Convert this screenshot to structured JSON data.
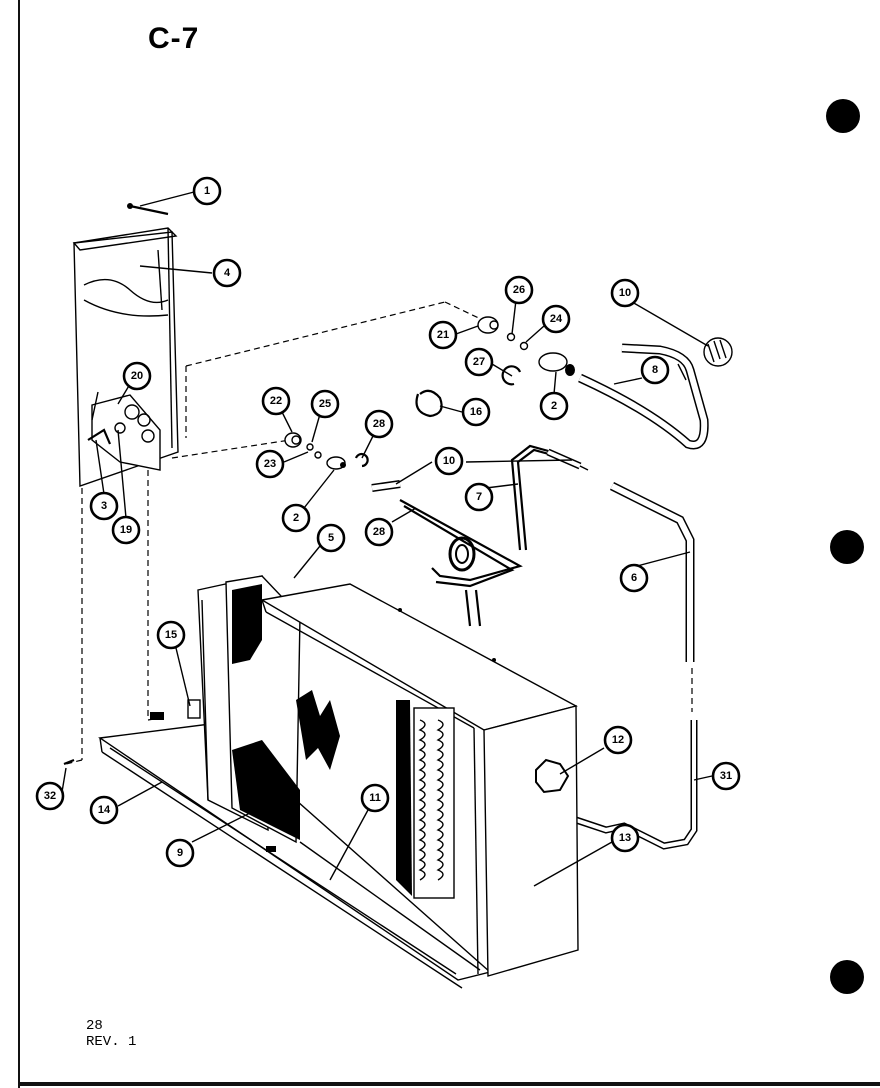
{
  "page": {
    "title": "C-7",
    "page_number": "28",
    "revision": "REV. 1"
  },
  "callouts": [
    {
      "id": "c1",
      "label": "1"
    },
    {
      "id": "c4",
      "label": "4"
    },
    {
      "id": "c20",
      "label": "20"
    },
    {
      "id": "c3",
      "label": "3"
    },
    {
      "id": "c19",
      "label": "19"
    },
    {
      "id": "c22",
      "label": "22"
    },
    {
      "id": "c25",
      "label": "25"
    },
    {
      "id": "c28a",
      "label": "28"
    },
    {
      "id": "c23",
      "label": "23"
    },
    {
      "id": "c2a",
      "label": "2"
    },
    {
      "id": "c5",
      "label": "5"
    },
    {
      "id": "c28b",
      "label": "28"
    },
    {
      "id": "c10a",
      "label": "10"
    },
    {
      "id": "c7",
      "label": "7"
    },
    {
      "id": "c16",
      "label": "16"
    },
    {
      "id": "c26",
      "label": "26"
    },
    {
      "id": "c24",
      "label": "24"
    },
    {
      "id": "c21",
      "label": "21"
    },
    {
      "id": "c27",
      "label": "27"
    },
    {
      "id": "c2b",
      "label": "2"
    },
    {
      "id": "c10b",
      "label": "10"
    },
    {
      "id": "c8",
      "label": "8"
    },
    {
      "id": "c6",
      "label": "6"
    },
    {
      "id": "c15",
      "label": "15"
    },
    {
      "id": "c12",
      "label": "12"
    },
    {
      "id": "c31",
      "label": "31"
    },
    {
      "id": "c32",
      "label": "32"
    },
    {
      "id": "c14",
      "label": "14"
    },
    {
      "id": "c9",
      "label": "9"
    },
    {
      "id": "c11",
      "label": "11"
    },
    {
      "id": "c13",
      "label": "13"
    }
  ]
}
